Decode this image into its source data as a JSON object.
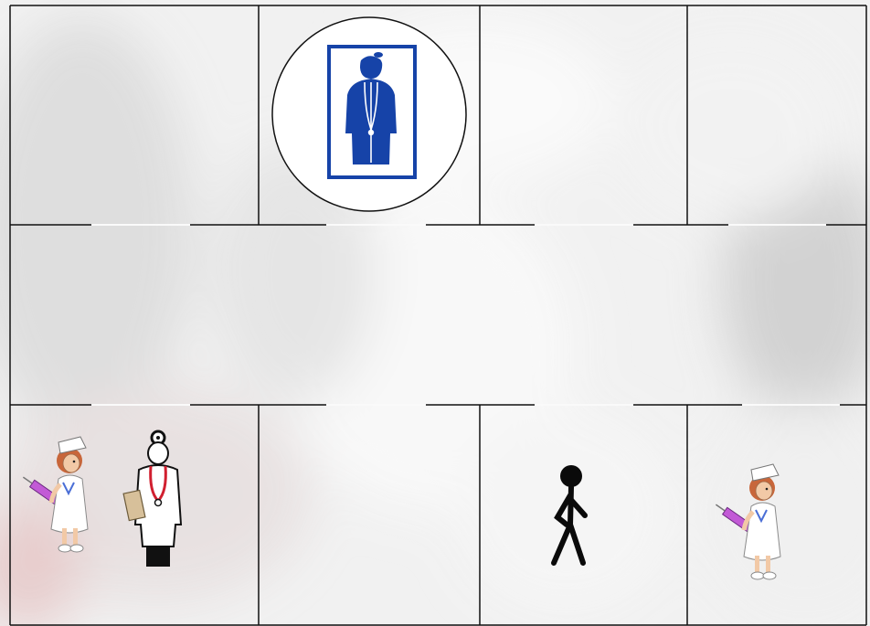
{
  "scene": {
    "name": "hospital-floor-plan",
    "colors": {
      "wall": "#111111",
      "door_gap": "#fafafa",
      "doctor_sign_blue": "#1643a8",
      "nurse_skin": "#f2c9a6",
      "nurse_hair": "#c8663a",
      "syringe": "#c25ad6",
      "stethoscope": "#d11f2f",
      "player": "#0a0a0a"
    },
    "rooms": [
      {
        "id": "room-top-1"
      },
      {
        "id": "room-top-2",
        "has_sign": true
      },
      {
        "id": "room-top-3"
      },
      {
        "id": "room-top-4"
      },
      {
        "id": "room-bottom-1"
      },
      {
        "id": "room-bottom-2"
      },
      {
        "id": "room-bottom-3"
      },
      {
        "id": "room-bottom-4"
      }
    ],
    "characters": [
      {
        "role": "nurse",
        "icon": "nurse-with-syringe"
      },
      {
        "role": "doctor",
        "icon": "doctor-with-stethoscope"
      },
      {
        "role": "player",
        "icon": "stick-figure-walking"
      },
      {
        "role": "nurse",
        "icon": "nurse-with-syringe"
      }
    ],
    "sign": {
      "icon": "doctor-sign",
      "shape": "circle"
    }
  }
}
